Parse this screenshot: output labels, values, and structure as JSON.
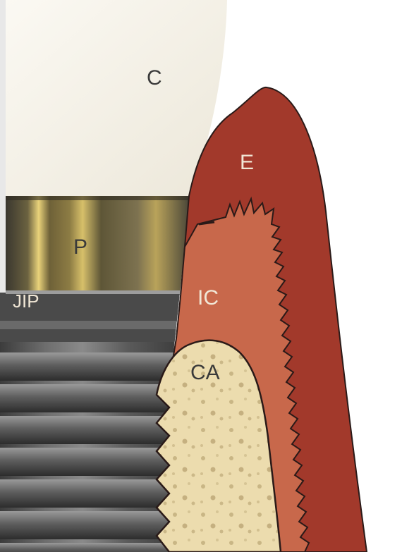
{
  "figure": {
    "labels": {
      "crown": "C",
      "epithelium": "E",
      "pillar": "P",
      "junction": "JIP",
      "connective": "IC",
      "bone": "CA"
    },
    "colors": {
      "background": "#ffffff",
      "crown": "#f6f3ea",
      "pillar_gold": "#c9a24a",
      "implant_metal": "#4a4a4a",
      "epithelium": "#a2392b",
      "connective": "#c8684b",
      "bone": "#ecdcae",
      "outline": "#2a1a18"
    }
  }
}
